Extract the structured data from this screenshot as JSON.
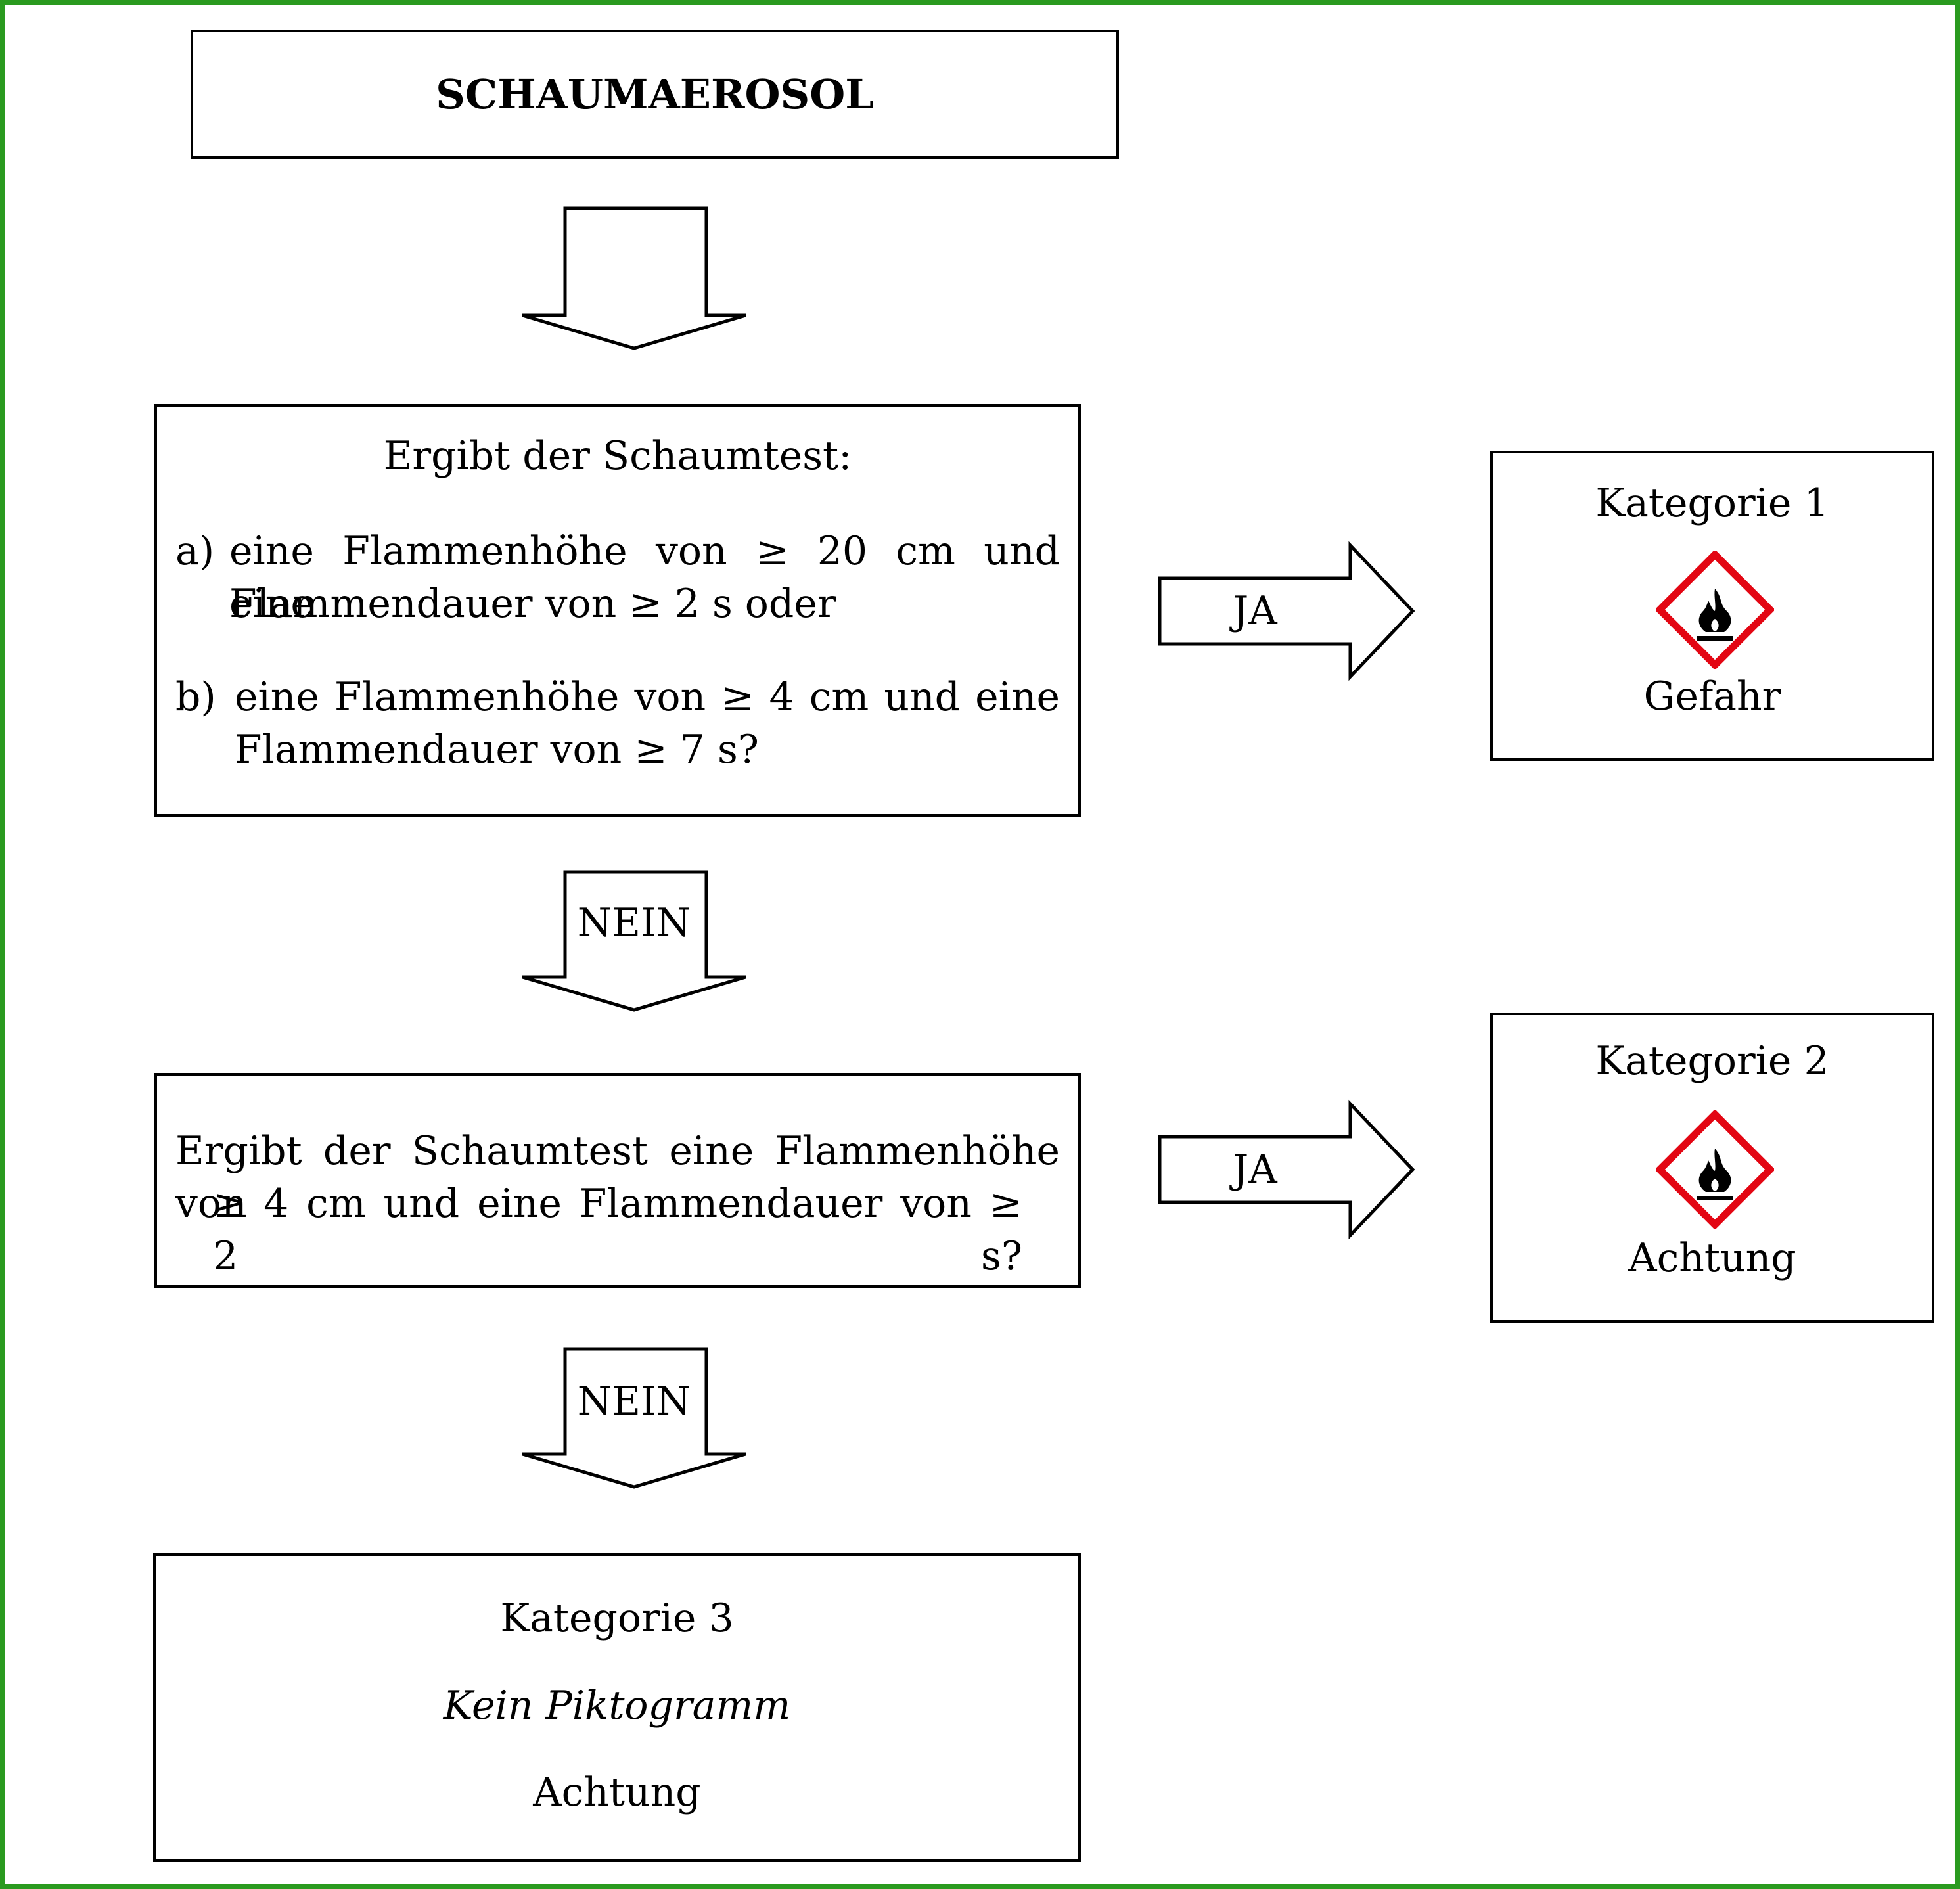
{
  "title": "SCHAUMAEROSOL",
  "question1": {
    "heading": "Ergibt der Schaumtest:",
    "a_marker": "a)",
    "a_line1": "eine Flammenhöhe von ≥ 20 cm und eine",
    "a_line2": "Flammendauer von ≥ 2 s oder",
    "b_marker": "b)",
    "b_line1": "eine Flammenhöhe von ≥ 4 cm und eine",
    "b_line2": "Flammendauer von ≥ 7 s?"
  },
  "question2": {
    "line1": "Ergibt der Schaumtest eine Flammenhöhe von",
    "line2": "≥ 4 cm und eine Flammendauer von ≥ 2 s?"
  },
  "arrows": {
    "yes": "JA",
    "no": "NEIN"
  },
  "category1": {
    "title": "Kategorie 1",
    "pictogram": "flame-pictogram",
    "signal": "Gefahr"
  },
  "category2": {
    "title": "Kategorie 2",
    "pictogram": "flame-pictogram",
    "signal": "Achtung"
  },
  "category3": {
    "title": "Kategorie 3",
    "pictogram_note": "Kein Piktogramm",
    "signal": "Achtung"
  },
  "colors": {
    "frame": "#2a9a1f",
    "pictogram_border": "#e30613"
  }
}
